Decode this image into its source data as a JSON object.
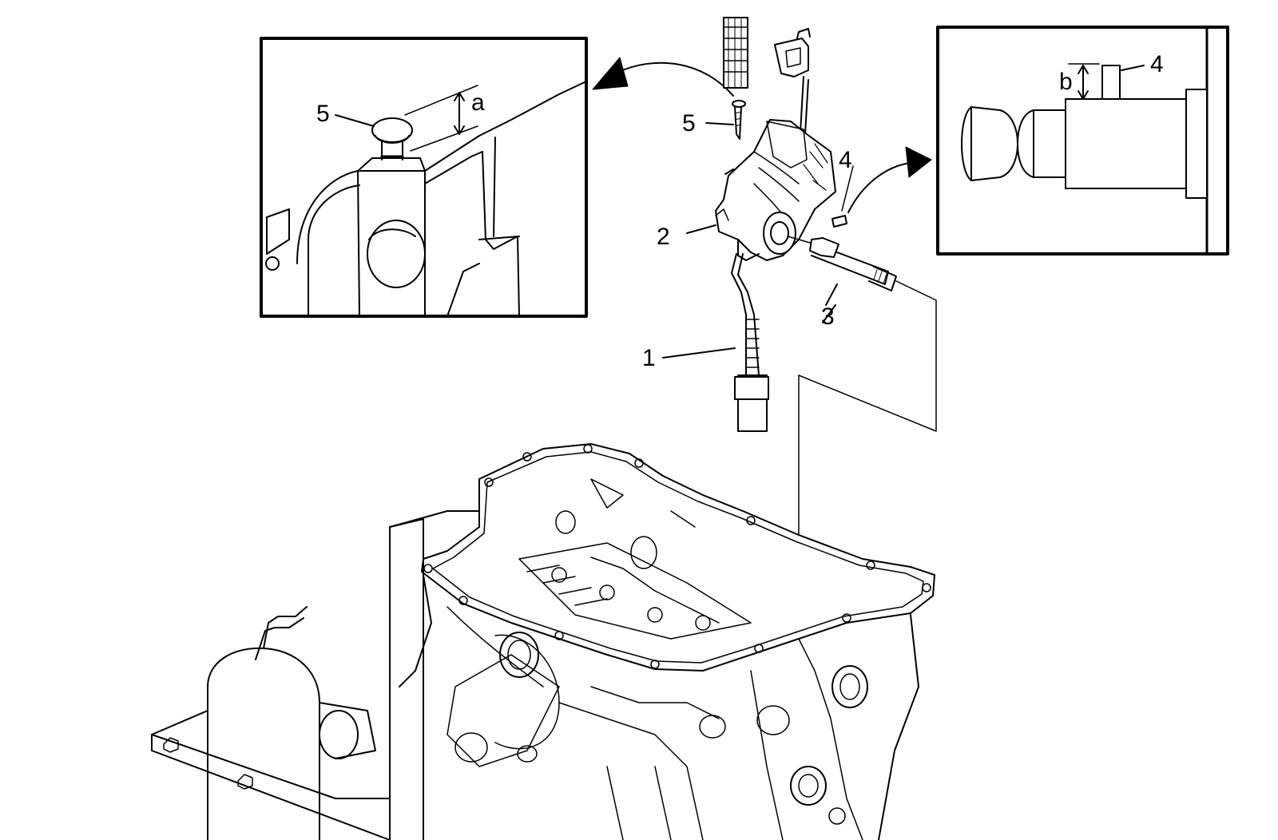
{
  "callouts": {
    "c1": "1",
    "c2": "2",
    "c3": "3",
    "c4": "4",
    "c5": "5",
    "inset_left_5": "5",
    "inset_left_a": "a",
    "inset_right_4": "4",
    "inset_right_b": "b"
  },
  "colors": {
    "ink": "#000000",
    "paper": "#ffffff"
  }
}
